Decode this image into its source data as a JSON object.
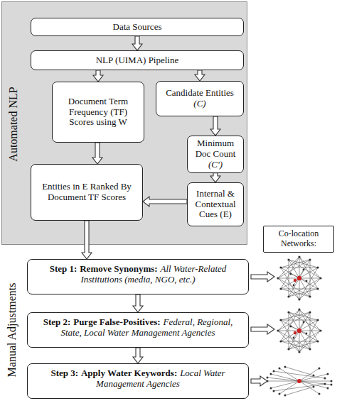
{
  "diagram": {
    "nodes": [
      {
        "text": [
          "Automated NLP"
        ]
      },
      {
        "text": [
          "Data Sources"
        ],
        "in": 0
      },
      {
        "text": [
          "NLP (UIMA) Pipeline"
        ],
        "in": 0
      },
      {
        "text": [
          "Document Term Frequency (TF) Scores using W"
        ],
        "in": 0
      },
      {
        "text": [
          "Candidate Entities",
          "(C)"
        ],
        "in": 0
      },
      {
        "text": [
          "Minimum Doc Count",
          "(C')"
        ],
        "in": 0
      },
      {
        "text": [
          "Entities in E Ranked By Document TF Scores"
        ],
        "in": 0
      },
      {
        "text": [
          "Internal & Contextual Cues (E)"
        ],
        "in": 0
      },
      {
        "text": [
          "Step 1:",
          "Remove Synonyms:",
          "All Water-Related Institutions (media, NGO, etc.)"
        ]
      },
      {
        "text": [
          "Step 2:",
          "Purge False-Positives:",
          "Federal, Regional, State, Local Water Management Agencies"
        ]
      },
      {
        "text": [
          "Step 3:",
          "Apply Water Keywords:",
          "Local Water Management Agencies"
        ]
      },
      {
        "text": [
          "Co-location Networks:"
        ]
      }
    ],
    "edges": [
      {
        "from": 1,
        "to": 2,
        "arrow": "to"
      },
      {
        "from": 2,
        "to": 3,
        "arrow": "to"
      },
      {
        "from": 2,
        "to": 4,
        "arrow": "to"
      },
      {
        "from": 4,
        "to": 5,
        "arrow": "to"
      },
      {
        "from": 5,
        "to": 7,
        "arrow": "to"
      },
      {
        "from": 7,
        "to": 6,
        "arrow": "to"
      },
      {
        "from": 3,
        "to": 6,
        "arrow": "to"
      },
      {
        "from": 6,
        "to": 8,
        "arrow": "to"
      },
      {
        "from": 8,
        "to": 9,
        "arrow": "to"
      },
      {
        "from": 9,
        "to": 10,
        "arrow": "to"
      }
    ],
    "labels": [
      "Manual Adjustments"
    ]
  }
}
